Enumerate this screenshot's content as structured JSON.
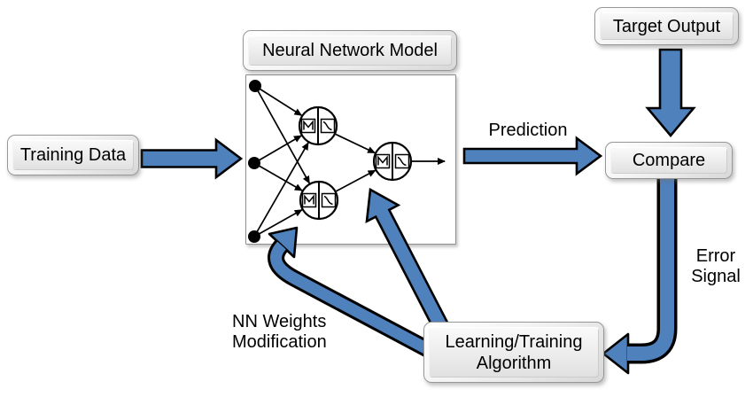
{
  "diagram": {
    "boxes": {
      "training_data": {
        "label": "Training Data"
      },
      "nn_model": {
        "label": "Neural Network Model"
      },
      "target_output": {
        "label": "Target Output"
      },
      "compare": {
        "label": "Compare"
      },
      "learning_algorithm": {
        "line1": "Learning/Training",
        "line2": "Algorithm"
      }
    },
    "labels": {
      "prediction": "Prediction",
      "error_signal": {
        "line1": "Error",
        "line2": "Signal"
      },
      "nn_weights": {
        "line1": "NN Weights",
        "line2": "Modification"
      }
    },
    "flows": [
      {
        "from": "Training Data",
        "to": "Neural Network Model",
        "label": ""
      },
      {
        "from": "Neural Network Model",
        "to": "Compare",
        "label": "Prediction"
      },
      {
        "from": "Target Output",
        "to": "Compare",
        "label": ""
      },
      {
        "from": "Compare",
        "to": "Learning/Training Algorithm",
        "label": "Error Signal"
      },
      {
        "from": "Learning/Training Algorithm",
        "to": "Neural Network Model",
        "label": "NN Weights Modification"
      }
    ],
    "network": {
      "type": "feedforward",
      "input_nodes": 3,
      "hidden_neurons": 2,
      "output_neurons": 1,
      "neuron_parts": [
        "weighted-sum",
        "activation-function"
      ]
    },
    "colors": {
      "arrow_fill": "#4f81bd",
      "arrow_outline": "#000000",
      "box_face": "#ececec",
      "box_border": "#979797",
      "background": "#ffffff"
    }
  }
}
